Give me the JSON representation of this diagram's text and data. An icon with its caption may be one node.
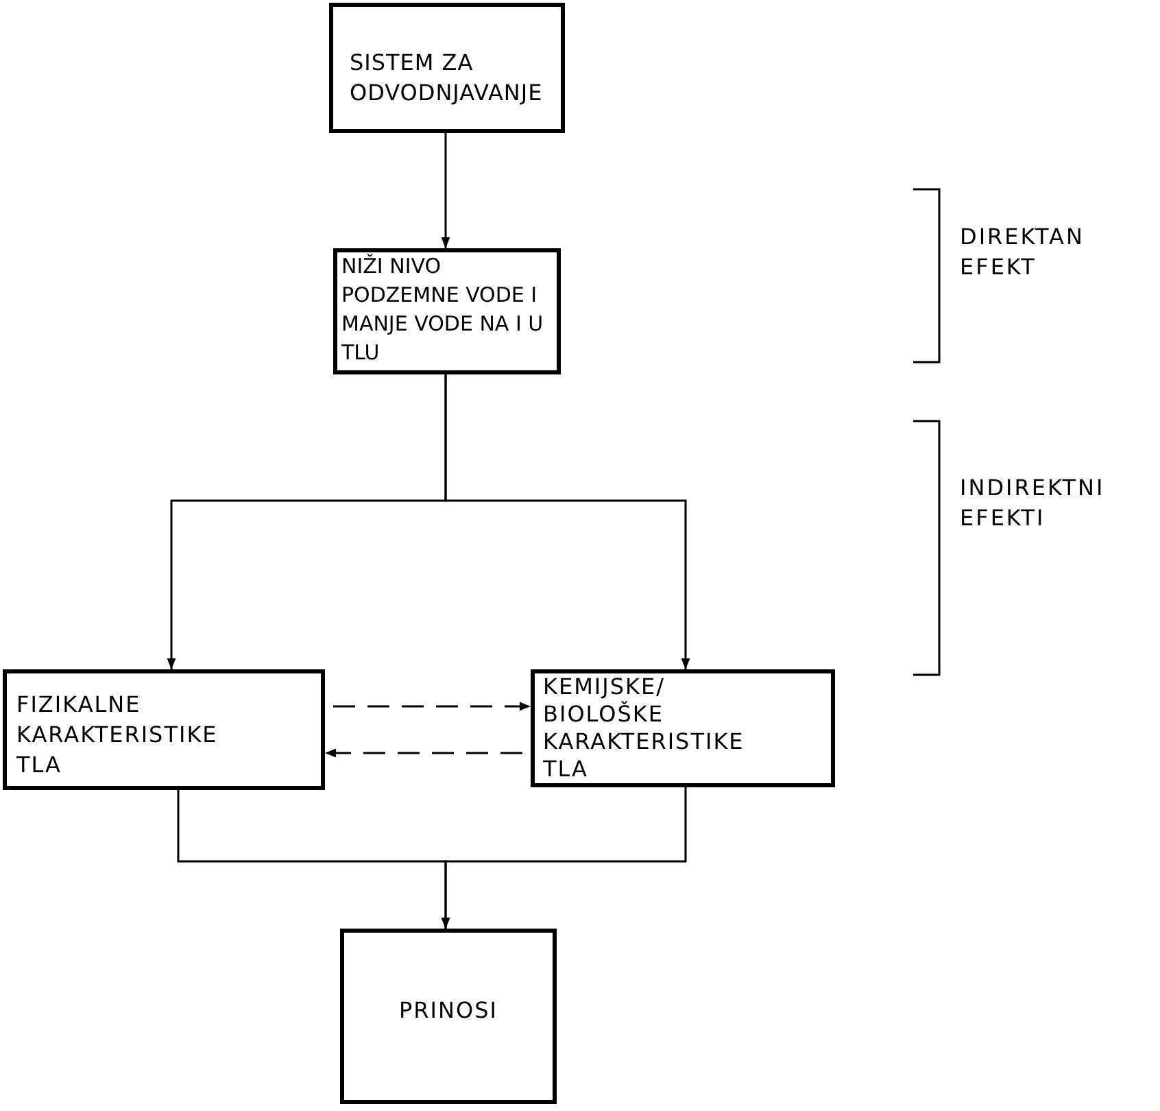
{
  "diagram": {
    "nodes": [
      {
        "text": [
          "SISTEM ZA ODVODNJAVANJE"
        ]
      },
      {
        "text": [
          "NIŽI NIVO PODZEMNE VODE I MANJE VODE NA I U TLU"
        ]
      },
      {
        "text": [
          "FIZIKALNE KARAKTERISTIKE TLA"
        ]
      },
      {
        "text": [
          "KEMIJSKE/ BIOLOŠKE KARAKTERISTIKE TLA"
        ]
      },
      {
        "text": [
          "PRINOSI"
        ]
      }
    ],
    "edges": [
      {
        "from": 0,
        "to": 1,
        "arrow": "to"
      },
      {
        "from": 1,
        "to": 2,
        "arrow": "to"
      },
      {
        "from": 1,
        "to": 3,
        "arrow": "to"
      },
      {
        "from": 2,
        "to": 3,
        "arrow": "to",
        "style": "dashed"
      },
      {
        "from": 3,
        "to": 2,
        "arrow": "to",
        "style": "dashed"
      },
      {
        "from": 2,
        "to": 4,
        "arrow": "to"
      },
      {
        "from": 3,
        "to": 4,
        "arrow": "to"
      }
    ],
    "labels": [
      "DIREKTAN EFEKT",
      "INDIREKTNI EFEKTI"
    ]
  }
}
